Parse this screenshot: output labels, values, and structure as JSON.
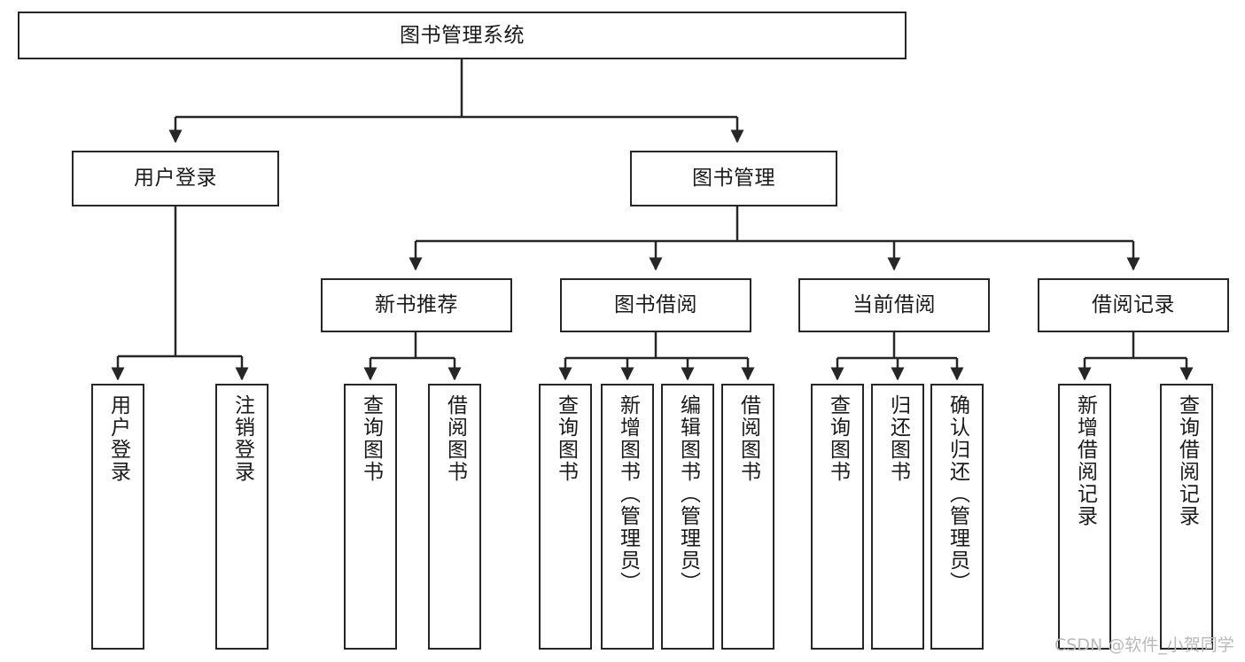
{
  "diagram": {
    "title": "图书管理系统",
    "type": "hierarchy-tree",
    "watermark": "CSDN @软件_小贺同学",
    "colors": {
      "box_border": "#262626",
      "box_fill": "#ffffff",
      "edge": "#262626",
      "text": "#1a1a1a",
      "watermark": "#b9b9b9"
    },
    "levels": {
      "root": {
        "label": "图书管理系统"
      },
      "level1": [
        {
          "id": "user-login",
          "label": "用户登录"
        },
        {
          "id": "book-management",
          "label": "图书管理"
        }
      ],
      "level2": [
        {
          "id": "new-book-recommend",
          "label": "新书推荐",
          "parent": "book-management"
        },
        {
          "id": "book-borrow",
          "label": "图书借阅",
          "parent": "book-management"
        },
        {
          "id": "current-borrow",
          "label": "当前借阅",
          "parent": "book-management"
        },
        {
          "id": "borrow-record",
          "label": "借阅记录",
          "parent": "book-management"
        }
      ],
      "leaves": [
        {
          "id": "leaf-user-login",
          "label": "用户登录",
          "parent": "user-login"
        },
        {
          "id": "leaf-user-logout",
          "label": "注销登录",
          "parent": "user-login"
        },
        {
          "id": "leaf-query-book-1",
          "label": "查询图书",
          "parent": "new-book-recommend"
        },
        {
          "id": "leaf-borrow-book-1",
          "label": "借阅图书",
          "parent": "new-book-recommend"
        },
        {
          "id": "leaf-query-book-2",
          "label": "查询图书",
          "parent": "book-borrow"
        },
        {
          "id": "leaf-add-book",
          "label": "新增图书（管理员）",
          "parent": "book-borrow"
        },
        {
          "id": "leaf-edit-book",
          "label": "编辑图书（管理员）",
          "parent": "book-borrow"
        },
        {
          "id": "leaf-borrow-book-2",
          "label": "借阅图书",
          "parent": "book-borrow"
        },
        {
          "id": "leaf-query-book-3",
          "label": "查询图书",
          "parent": "current-borrow"
        },
        {
          "id": "leaf-return-book",
          "label": "归还图书",
          "parent": "current-borrow"
        },
        {
          "id": "leaf-confirm-return",
          "label": "确认归还（管理员）",
          "parent": "current-borrow"
        },
        {
          "id": "leaf-add-record",
          "label": "新增借阅记录",
          "parent": "borrow-record"
        },
        {
          "id": "leaf-query-record",
          "label": "查询借阅记录",
          "parent": "borrow-record"
        }
      ]
    }
  }
}
